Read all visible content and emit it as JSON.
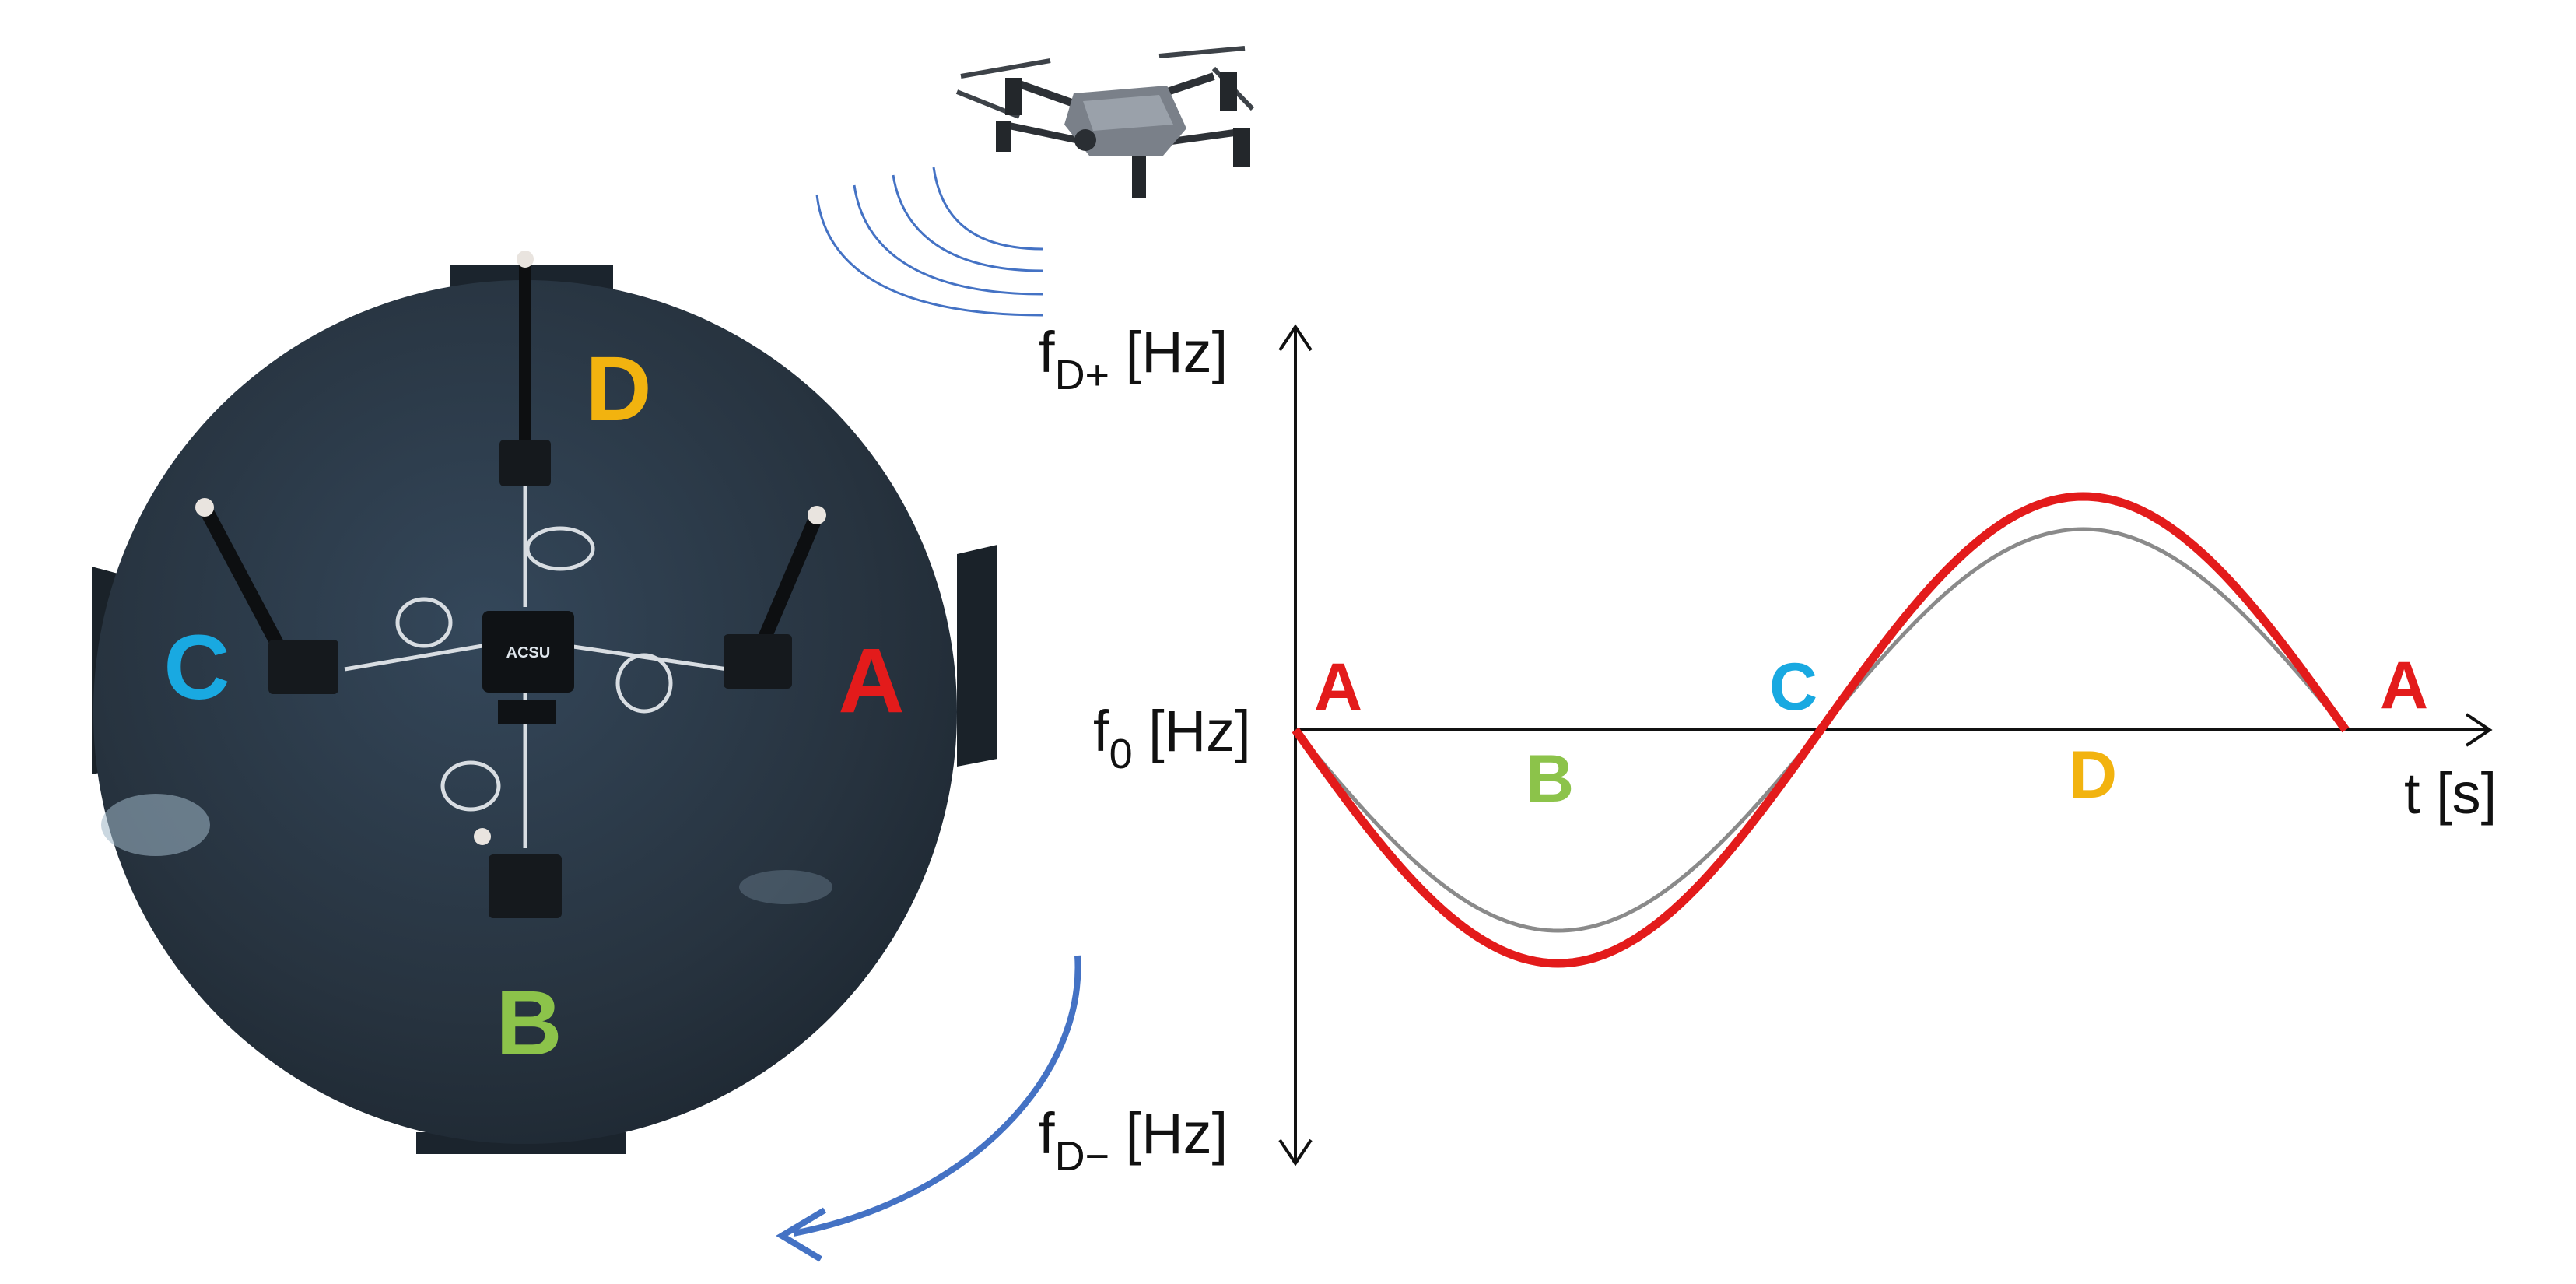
{
  "colors": {
    "red": "#e31b1b",
    "cyan": "#19a9e1",
    "green": "#8cc34a",
    "gold": "#f2b30f",
    "gray_curve": "#8a8a8a",
    "board": "#27333f",
    "arc_arrow": "#4472c4",
    "axis": "#111111"
  },
  "icons": [
    "drone-icon",
    "signal-waves-icon",
    "rotation-arrow-icon"
  ],
  "board": {
    "labels": {
      "a": "A",
      "b": "B",
      "c": "C",
      "d": "D"
    },
    "chip_text": "ACSU"
  },
  "axes": {
    "y_top": {
      "main": "f",
      "sub": "D+",
      "unit": " [Hz]"
    },
    "y_bottom": {
      "main": "f",
      "sub": "D−",
      "unit": " [Hz]"
    },
    "origin": {
      "main": "f",
      "sub": "0",
      "unit": " [Hz]"
    },
    "x": "t [s]"
  },
  "points": {
    "start": "A",
    "mid": "C",
    "end": "A"
  },
  "segments": {
    "neg": "B",
    "pos": "D"
  },
  "chart_data": {
    "type": "line",
    "xlabel": "t [s]",
    "ylabel": "f [Hz]",
    "markers": [
      {
        "label": "A",
        "x": 0
      },
      {
        "label": "B",
        "x": 0.25
      },
      {
        "label": "C",
        "x": 0.5
      },
      {
        "label": "D",
        "x": 0.75
      },
      {
        "label": "A",
        "x": 1
      }
    ],
    "series": [
      {
        "color": "#e31b1b",
        "x": [
          0,
          0.25,
          0.5,
          0.75,
          1
        ],
        "y": [
          0,
          -1,
          0,
          1,
          0
        ]
      },
      {
        "color": "#8a8a8a",
        "x": [
          0,
          0.25,
          0.5,
          0.75,
          1
        ],
        "y": [
          0,
          -0.86,
          0,
          0.86,
          0
        ]
      }
    ]
  }
}
